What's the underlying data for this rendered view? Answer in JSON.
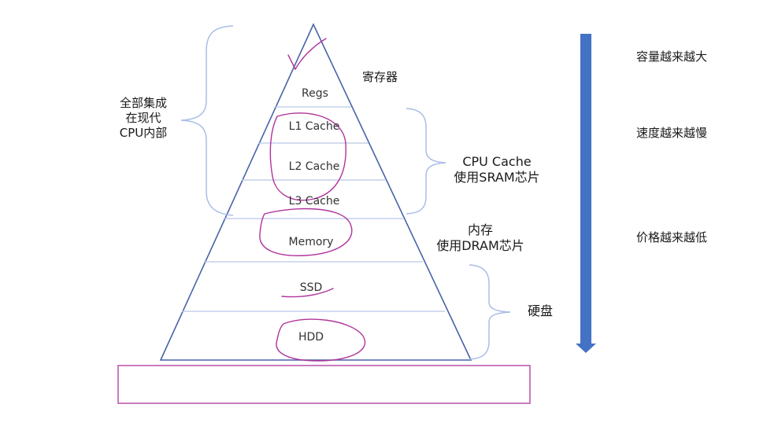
{
  "pyramid": {
    "layers": [
      "Regs",
      "L1 Cache",
      "L2 Cache",
      "L3 Cache",
      "Memory",
      "SSD",
      "HDD"
    ]
  },
  "labels": {
    "registers": "寄存器",
    "cpu_internal": [
      "全部集成",
      "在现代",
      "CPU内部"
    ],
    "cpu_cache": [
      "CPU Cache",
      "使用SRAM芯片"
    ],
    "memory": [
      "内存",
      "使用DRAM芯片"
    ],
    "disk": "硬盘"
  },
  "arrow_notes": [
    "容量越来越大",
    "速度越来越慢",
    "价格越来越低"
  ],
  "colors": {
    "pyramid_stroke": "#4a63a8",
    "divider": "#b9c6e6",
    "brace": "#a9bde6",
    "arrow": "#4472c4",
    "annotation": "#b0349c"
  }
}
